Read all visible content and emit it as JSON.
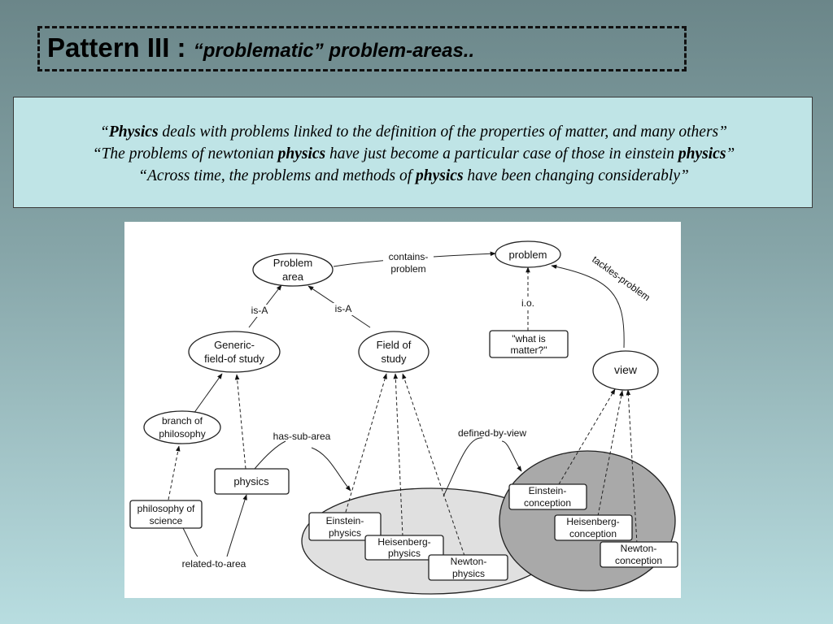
{
  "title": {
    "main": "Pattern III : ",
    "sub": "“problematic” problem-areas.."
  },
  "quotes": [
    {
      "open": "“",
      "bold": "Physics",
      "rest": " deals with problems linked to the definition of the properties of matter, and many others”"
    },
    {
      "pre": "“The problems of newtonian ",
      "bold1": "physics",
      "mid": " have just become a particular case of those in einstein ",
      "bold2": "physics",
      "close": "”"
    },
    {
      "pre": "“Across time, the problems and methods of ",
      "bold": "physics",
      "rest": " have been changing considerably”"
    }
  ],
  "diagram": {
    "nodes": {
      "problem_area": [
        "Problem",
        "area"
      ],
      "problem": "problem",
      "generic_field": [
        "Generic-",
        "field-of study"
      ],
      "field_of_study": [
        "Field of",
        "study"
      ],
      "what_is_matter": [
        "\"what is",
        "matter?\""
      ],
      "view": "view",
      "branch_of_philosophy": [
        "branch of",
        "philosophy"
      ],
      "physics": "physics",
      "philosophy_of_science": [
        "philosophy of",
        "science"
      ],
      "einstein_physics": [
        "Einstein-",
        "physics"
      ],
      "heisenberg_physics": [
        "Heisenberg-",
        "physics"
      ],
      "newton_physics": [
        "Newton-",
        "physics"
      ],
      "einstein_conception": [
        "Einstein-",
        "conception"
      ],
      "heisenberg_conception": [
        "Heisenberg-",
        "conception"
      ],
      "newton_conception": [
        "Newton-",
        "conception"
      ]
    },
    "edge_labels": {
      "contains_problem": [
        "contains-",
        "problem"
      ],
      "is_a_left": "is-A",
      "is_a_right": "is-A",
      "io": "i.o.",
      "tackles_problem": "tackles-problem",
      "has_sub_area": "has-sub-area",
      "defined_by_view": "defined-by-view",
      "related_to_area": "related-to-area"
    }
  }
}
